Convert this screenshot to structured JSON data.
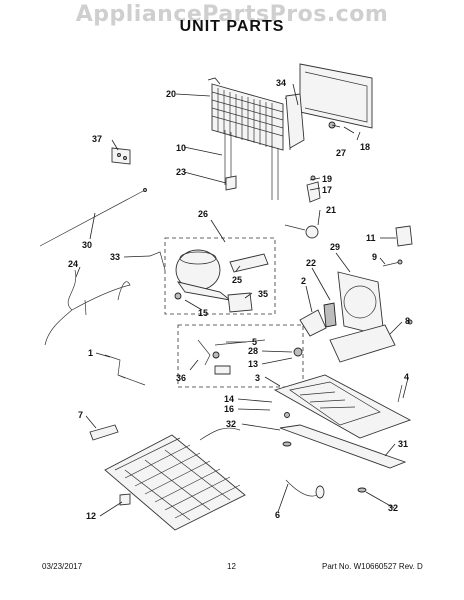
{
  "watermark": "AppliancePartsPros.com",
  "title": "UNIT  PARTS",
  "callouts": [
    "1",
    "2",
    "3",
    "4",
    "5",
    "6",
    "7",
    "8",
    "9",
    "10",
    "11",
    "12",
    "13",
    "14",
    "15",
    "16",
    "17",
    "18",
    "19",
    "20",
    "21",
    "22",
    "23",
    "24",
    "25",
    "26",
    "27",
    "28",
    "29",
    "30",
    "31",
    "32",
    "33",
    "34",
    "35",
    "36",
    "37"
  ],
  "footer": {
    "date": "03/23/2017",
    "page": "12",
    "part": "Part No.   W10660527   Rev.  D"
  }
}
